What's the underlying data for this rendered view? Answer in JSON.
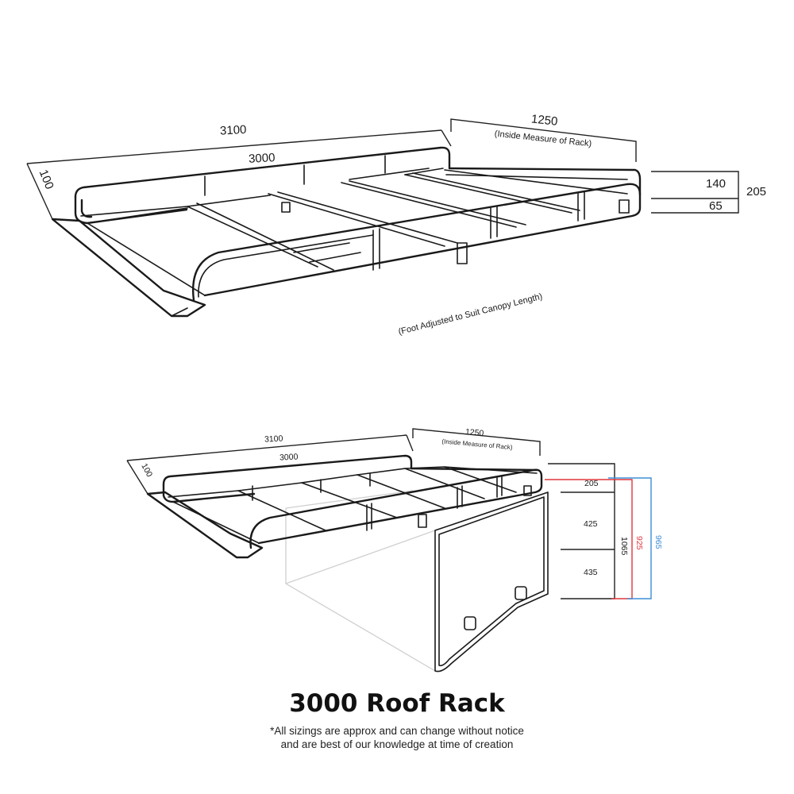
{
  "top_diagram": {
    "overall_length": "3100",
    "inner_length": "3000",
    "side_height": "100",
    "width": "1250",
    "width_note": "(Inside Measure of Rack)",
    "rail_height": "140",
    "foot_height": "65",
    "total_height": "205",
    "foot_note": "(Foot Adjusted to Suit Canopy Length)"
  },
  "bottom_diagram": {
    "overall_length": "3100",
    "inner_length": "3000",
    "side_height": "100",
    "width": "1250",
    "width_note": "(Inside Measure of Rack)",
    "rack_height": "205",
    "upper_section": "425",
    "lower_section": "435",
    "total_height": "1065",
    "red_height": "925",
    "blue_height": "965",
    "colors": {
      "red": "#e0363c",
      "blue": "#3d8fd6"
    }
  },
  "title": "3000 Roof Rack",
  "disclaimer_line1": "*All sizings are approx and can change without notice",
  "disclaimer_line2": "and are best of our knowledge at time of creation"
}
